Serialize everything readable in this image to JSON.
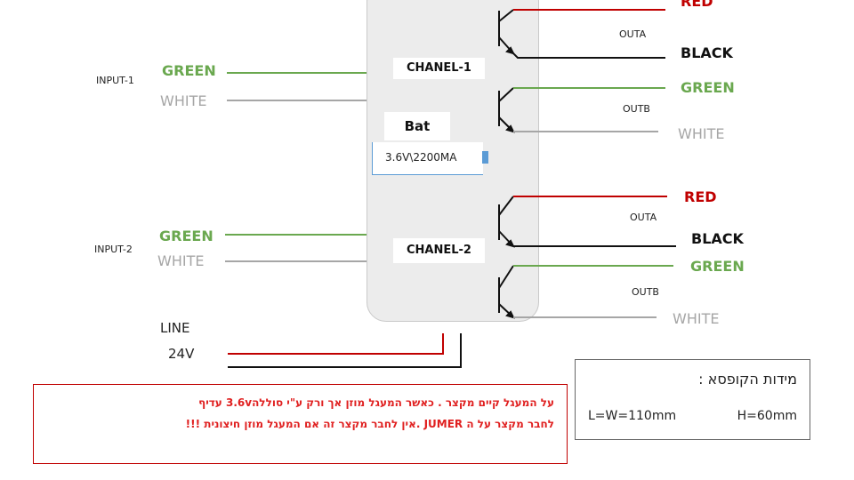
{
  "input1": {
    "label": "INPUT-1",
    "green": "GREEN",
    "white": "WHITE"
  },
  "input2": {
    "label": "INPUT-2",
    "green": "GREEN",
    "white": "WHITE"
  },
  "module": {
    "channel1": "CHANEL-1",
    "channel2": "CHANEL-2",
    "bat_label": "Bat",
    "battery": "3.6V\\2200MA"
  },
  "output1": {
    "outa": "OUTA",
    "outb": "OUTB",
    "red": "RED",
    "black": "BLACK",
    "green": "GREEN",
    "white": "WHITE"
  },
  "output2": {
    "outa": "OUTA",
    "outb": "OUTB",
    "red": "RED",
    "black": "BLACK",
    "green": "GREEN",
    "white": "WHITE"
  },
  "line": {
    "label": "LINE",
    "voltage": "24V"
  },
  "warning": {
    "line1": "על המעגל קיים מקצר . כאשר המעגל מוזן אך ורק ע\"י סוללה3.6v עדיף",
    "line2": "לחבר מקצר על ה JUMER .אין לחבר מקצר זה אם המעגל מוזן חיצונית !!!"
  },
  "dimensions": {
    "title": "מידות הקופסא :",
    "lw": "L=W=110mm",
    "h": "H=60mm"
  },
  "colors": {
    "green": "#6aa84f",
    "white_wire": "#a6a6a6",
    "red": "#c00000",
    "black": "#111111"
  }
}
